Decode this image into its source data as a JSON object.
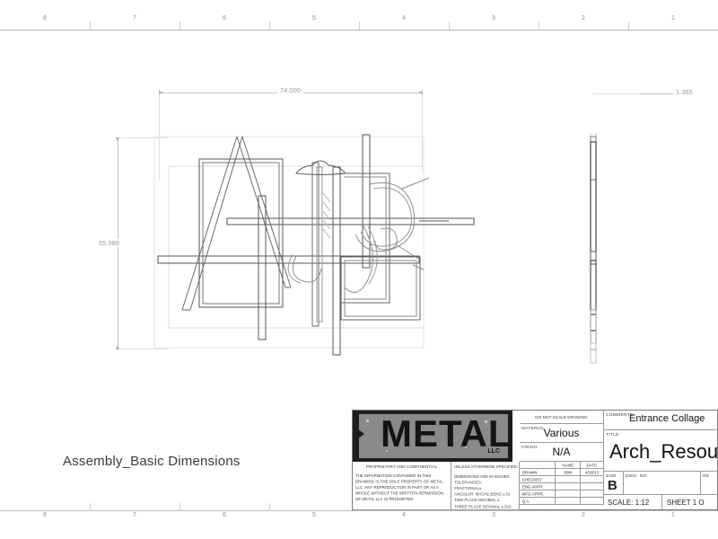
{
  "sheet": {
    "zone_numbers_top": [
      "8",
      "7",
      "6",
      "5",
      "4",
      "3",
      "2",
      "1"
    ],
    "zone_numbers_bottom": [
      "8",
      "7",
      "6",
      "5",
      "4",
      "3",
      "2",
      "1"
    ]
  },
  "caption": "Assembly_Basic Dimensions",
  "dimensions": {
    "width": "74.000",
    "height": "55.988",
    "thickness": "1.365"
  },
  "title_block": {
    "logo": {
      "brand": "METAL",
      "suffix": "LLC"
    },
    "proprietary": {
      "heading": "PROPRIETARY AND CONFIDENTIAL",
      "body": "THE INFORMATION CONTAINED IN THIS DRAWING IS THE SOLE PROPERTY OF METAL LLC. ANY REPRODUCTION IN PART OR AS A WHOLE WITHOUT THE WRITTEN PERMISSION OF METAL LLC IS PROHIBITED."
    },
    "tolerances": {
      "heading": "UNLESS OTHERWISE SPECIFIED:",
      "lines": [
        "DIMENSIONS ARE IN INCHES",
        "TOLERANCES:",
        "FRACTIONAL±",
        "ANGULAR: MACH±      BEND ±.01",
        "TWO PLACE DECIMAL     ±",
        "THREE PLACE DECIMAL   ±.010"
      ]
    },
    "do_not_scale": "DO NOT SCALE DRAWING",
    "material_label": "MATERIAL",
    "material_value": "Various",
    "finish_label": "FINISH",
    "finish_value": "N/A",
    "signoff": {
      "col_name": "NAME",
      "col_date": "DATE",
      "rows": [
        {
          "label": "DRAWN",
          "name": "JDW",
          "date": "4/18/13"
        },
        {
          "label": "CHECKED",
          "name": "",
          "date": ""
        },
        {
          "label": "ENG APPR.",
          "name": "",
          "date": ""
        },
        {
          "label": "MFG APPR.",
          "name": "",
          "date": ""
        },
        {
          "label": "Q.A.",
          "name": "",
          "date": ""
        }
      ]
    },
    "comments_label": "COMMENTS:",
    "comments_value": "Entrance Collage",
    "title_label": "TITLE:",
    "title_value": "Arch_Resource",
    "size_label": "SIZE",
    "size_value": "B",
    "dwg_no_label": "DWG.  NO.",
    "rev_label": "RE",
    "scale_label": "SCALE: 1:12",
    "sheet_label": "SHEET 1 O"
  },
  "colors": {
    "line": "#555555",
    "dim": "#c4c4c4",
    "border": "#b9b9b9",
    "logo_bg": "#1d1d1d",
    "logo_plate": "#8a8a8a"
  }
}
